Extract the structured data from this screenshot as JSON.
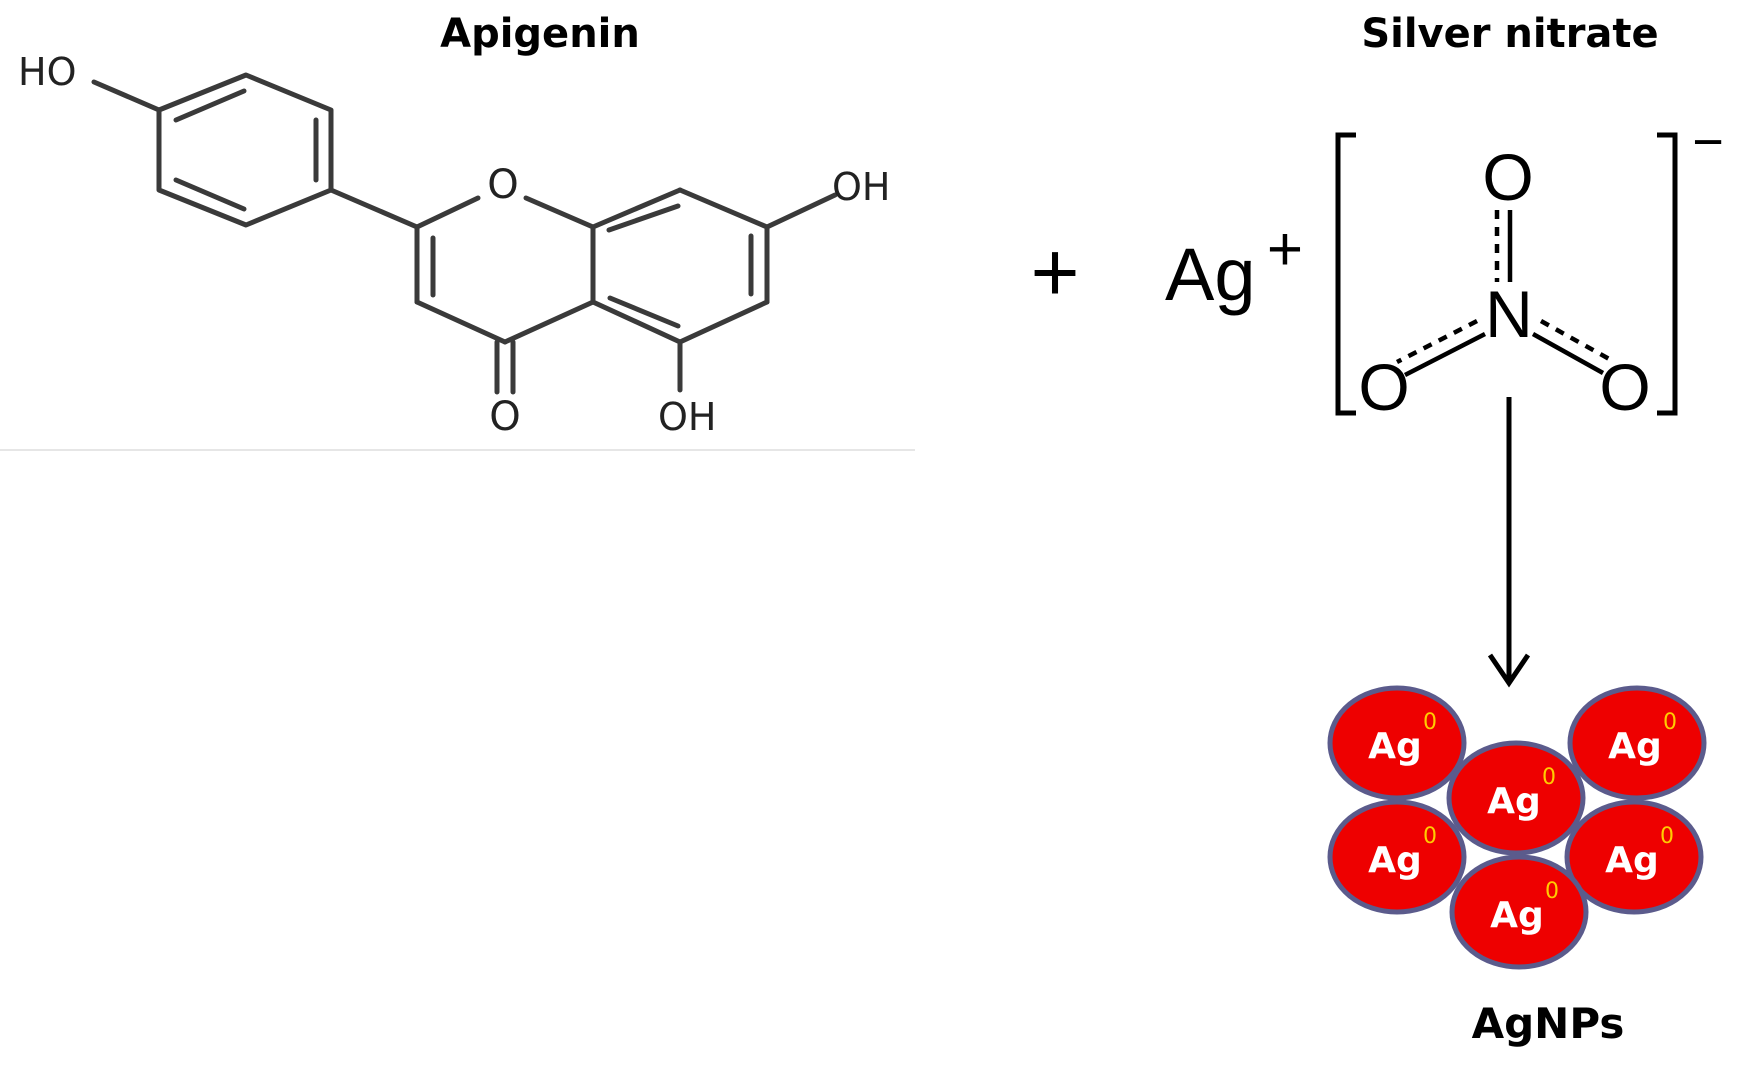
{
  "reactant1": {
    "title": "Apigenin",
    "atoms": {
      "ho": "HO",
      "ring_o": "O",
      "oh_right": "OH",
      "oh_bottom": "OH",
      "carbonyl_o": "O"
    }
  },
  "reactant2": {
    "title": "Silver nitrate",
    "cation": "Ag",
    "cation_charge": "+",
    "anion_charge": "−",
    "nitrate_atoms": {
      "top_o": "O",
      "n": "N",
      "left_o": "O",
      "right_o": "O"
    }
  },
  "operator": "+",
  "product": {
    "label": "AgNPs",
    "particle_symbol": "Ag",
    "particle_superscript": "0",
    "particle_count": 6,
    "fill_color": "#ee0000",
    "outline_color": "#5b5b8c"
  }
}
